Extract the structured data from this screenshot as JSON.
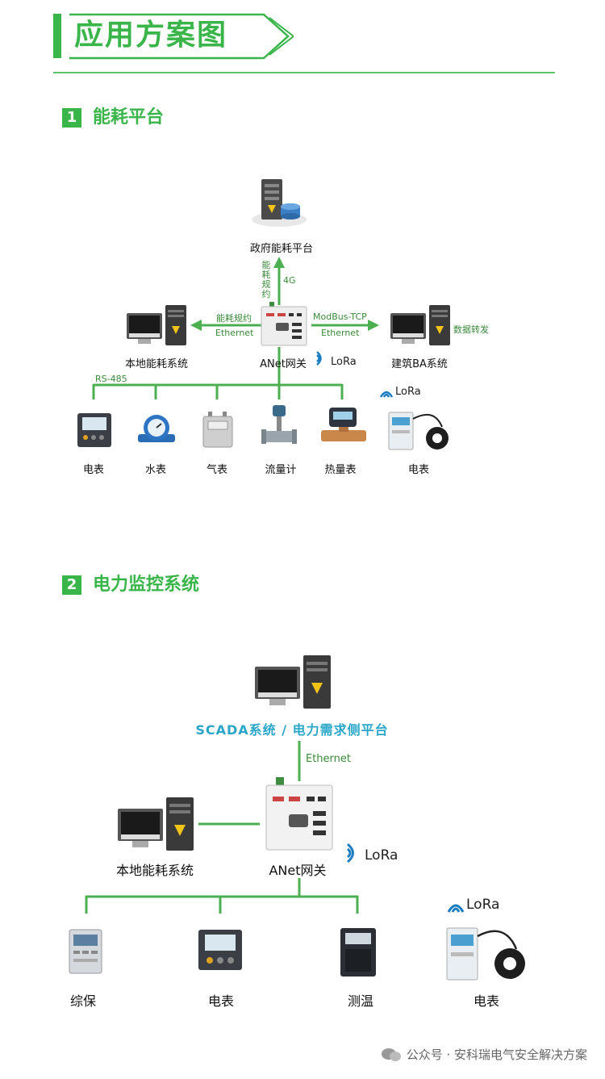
{
  "header": {
    "title": "应用方案图"
  },
  "section1": {
    "number": "1",
    "title": "能耗平台",
    "gov_platform": "政府能耗平台",
    "vertical_protocol": "能耗规约",
    "cellular": "4G",
    "left_protocol": "能耗规约",
    "left_link": "Ethernet",
    "right_protocol": "ModBus-TCP",
    "right_link": "Ethernet",
    "right_note": "数据转发",
    "local_system": "本地能耗系统",
    "gateway": "ANet网关",
    "lora": "LoRa",
    "ba_system": "建筑BA系统",
    "bus": "RS-485",
    "devices": [
      "电表",
      "水表",
      "气表",
      "流量计",
      "热量表"
    ],
    "lora_meter_tag": "LoRa",
    "lora_meter": "电表"
  },
  "section2": {
    "number": "2",
    "title": "电力监控系统",
    "scada": "SCADA系统 / 电力需求侧平台",
    "link": "Ethernet",
    "local_system": "本地能耗系统",
    "gateway": "ANet网关",
    "lora": "LoRa",
    "devices": [
      "综保",
      "电表",
      "测温"
    ],
    "lora_meter_tag": "LoRa",
    "lora_meter": "电表"
  },
  "footer": {
    "text": "公众号 · 安科瑞电气安全解决方案"
  },
  "colors": {
    "accent": "#39b54a",
    "line": "#4caf50",
    "scada": "#2aa6c9"
  }
}
